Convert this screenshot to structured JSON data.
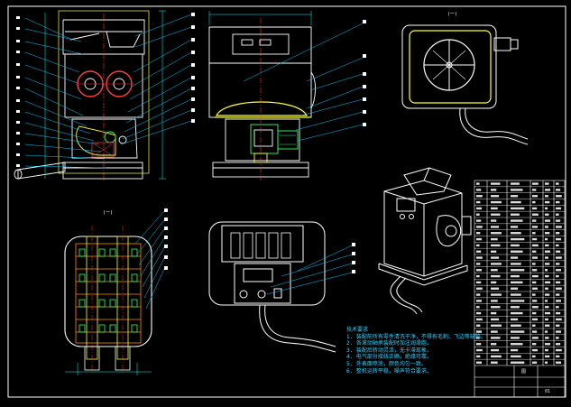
{
  "drawing": {
    "background": "#000000",
    "frame_color": "#ffffff",
    "line_colors": {
      "outline": "#ffffff",
      "hidden": "#ffff33",
      "leader": "#00c8ff",
      "roller": "#ff4040",
      "center": "#ff3030",
      "detail": "#33ff66",
      "dimension": "#00ffff"
    }
  },
  "views": [
    {
      "id": "front-section",
      "title": ""
    },
    {
      "id": "side-section",
      "title": ""
    },
    {
      "id": "top-round-view",
      "title": "(一)"
    },
    {
      "id": "detail-section",
      "title": "(一)"
    },
    {
      "id": "control-panel-view",
      "title": ""
    },
    {
      "id": "isometric-view",
      "title": ""
    }
  ],
  "notes": {
    "heading": "技术要求",
    "lines": [
      "1. 装配前所有零件清洗干净，不得有毛刺、飞边等缺陷。",
      "2. 各滚动轴承装配时加注润滑脂。",
      "3. 装配后转动灵活，无卡滞现象。",
      "4. 电气部分接线正确，绝缘可靠。",
      "5. 外表面喷涂，颜色均匀一致。",
      "6. 整机运转平稳，噪声符合要求。"
    ]
  },
  "title_block": {
    "name_cell": "图",
    "code_cell": "01"
  }
}
